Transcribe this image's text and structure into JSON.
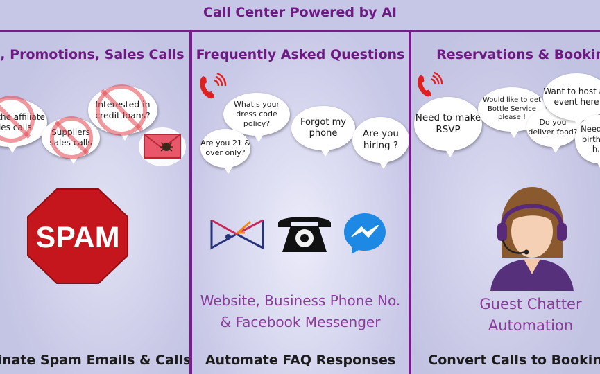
{
  "header": {
    "title": "Call Center Powered by AI"
  },
  "panels": {
    "spam": {
      "title": "Spam, Promotions, Sales Calls",
      "bubbles": [
        "Stop the affiliate sales calls",
        "Suppliers sales calls",
        "Interested in credit loans?"
      ],
      "stop_sign_text": "SPAM",
      "footer": "Eliminate Spam Emails & Calls"
    },
    "faq": {
      "title": "Frequently Asked Questions",
      "bubbles": [
        "What's your dress code policy?",
        "Forgot my phone",
        "Are you hiring ?",
        "Are you 21 & over only?"
      ],
      "caption_line1": "Website, Business Phone No.",
      "caption_line2": "& Facebook Messenger",
      "footer": "Automate FAQ Responses"
    },
    "booking": {
      "title": "Reservations & Bookings",
      "bubbles": [
        "Need to make RSVP",
        "Would like to get Bottle Service please !",
        "Do you deliver food?",
        "Want to host an event here",
        "Need my birthday h..."
      ],
      "caption_line1": "Guest Chatter",
      "caption_line2": "Automation",
      "footer": "Convert Calls to Bookings"
    }
  },
  "colors": {
    "accent": "#7a1a8c",
    "title_purple": "#6d1a82",
    "caption_purple": "#8a3a9a",
    "stop_red": "#c4161c",
    "messenger_blue": "#1e88e5",
    "phone_red": "#e02020"
  },
  "icons": [
    "phone-ringing-icon",
    "spam-email-icon",
    "stop-sign-icon",
    "logo-icon",
    "telephone-icon",
    "messenger-icon",
    "agent-headset-icon"
  ]
}
